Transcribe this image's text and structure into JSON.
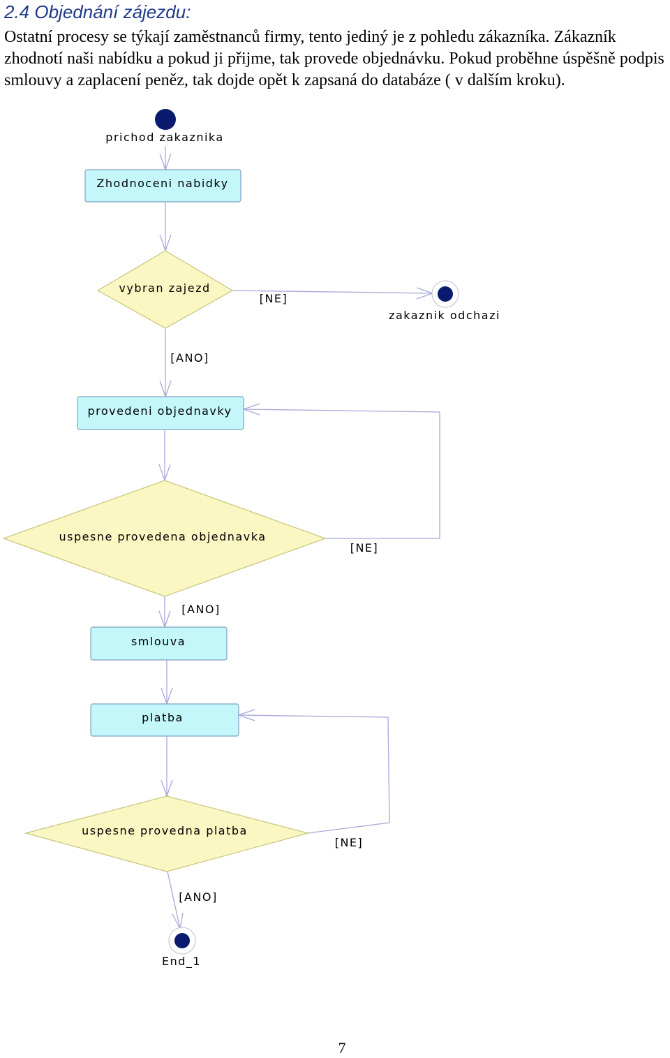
{
  "section": {
    "heading": "2.4 Objednání zájezdu:",
    "paragraph": "Ostatní procesy se týkají zaměstnanců firmy, tento jediný je z pohledu zákazníka. Zákazník zhodnotí naši nabídku a pokud ji přijme, tak provede objednávku. Pokud proběhne úspěšně podpis smlouvy a zaplacení peněz, tak dojde opět k zapsaná do databáze ( v dalším kroku)."
  },
  "diagram": {
    "start_label": "prichod zakaznika",
    "activity_zhodnoceni": "Zhodnoceni nabidky",
    "decision_vybran": "vybran zajezd",
    "guard_ne_1": "[NE]",
    "end_odchazi": "zakaznik odchazi",
    "guard_ano_1": "[ANO]",
    "activity_provedeni": "provedeni objednavky",
    "decision_objednavka": "uspesne provedena objednavka",
    "guard_ne_2": "[NE]",
    "guard_ano_2": "[ANO]",
    "activity_smlouva": "smlouva",
    "activity_platba": "platba",
    "decision_platba": "uspesne provedna platba",
    "guard_ne_3": "[NE]",
    "guard_ano_3": "[ANO]",
    "end_label": "End_1"
  },
  "colors": {
    "node_fill": "#0a1a6e",
    "activity_fill": "#c4f7fa",
    "activity_stroke": "#7ea0c4",
    "decision_fill": "#fbf7c3",
    "decision_stroke": "#c9c47a",
    "flow_line": "#a7a9d8"
  },
  "page_number": "7"
}
